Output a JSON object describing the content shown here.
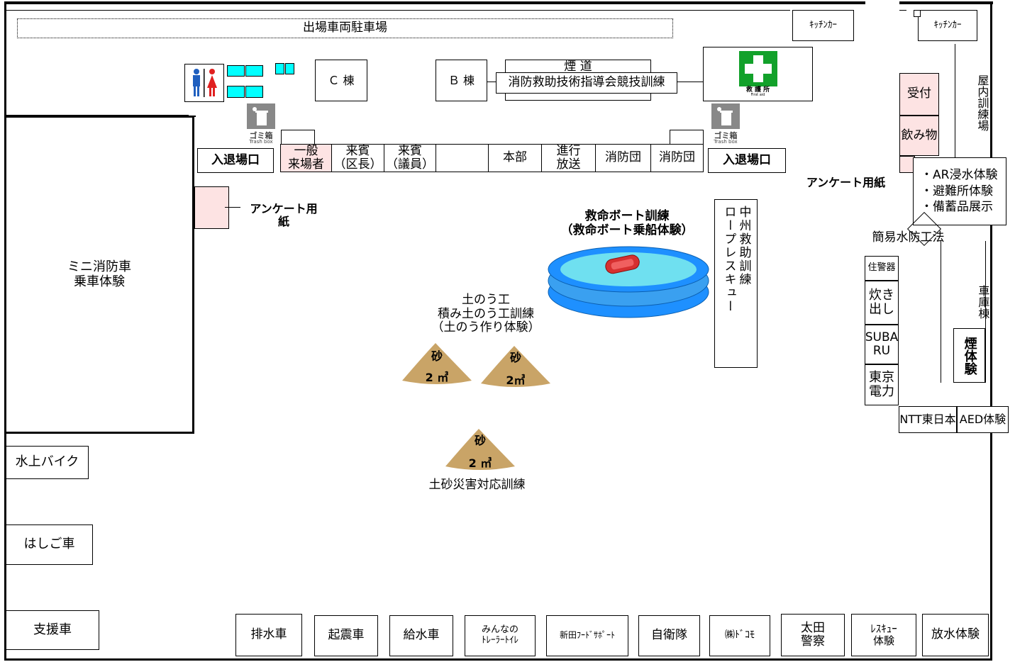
{
  "parking": "出場車両駐車場",
  "kitchen_car_1": "ｷｯﾁﾝｶｰ",
  "kitchen_car_2": "ｷｯﾁﾝｶｰ",
  "building_c": "Ｃ 棟",
  "building_b": "Ｂ 棟",
  "smoke_road": "煙 道",
  "competition": "消防救助技術指導会競技訓練",
  "first_aid": "救 護 所",
  "first_aid_en": "First aid",
  "trash_1": "ゴミ箱",
  "trash_1_en": "Trash box",
  "trash_2": "ゴミ箱",
  "trash_2_en": "Trash box",
  "tent_row": [
    "入退場口",
    "一般\n来場者",
    "来賓\n（区長）",
    "来賓\n（議員）",
    "",
    "本部",
    "進行\n放送",
    "消防団",
    "消防団",
    "入退場口"
  ],
  "survey_left": "アンケート用\n紙",
  "survey_right": "アンケート用紙",
  "mini_fire_truck": "ミニ消防車\n乗車体験",
  "lifeboat_title": "救命ボート訓練\n（救命ボート乗船体験）",
  "rope_rescue": "ロープレスキュー",
  "nakasu_rescue": "中州救助訓練",
  "sandbag_title": "土のう工\n積み土のう工訓練\n（土のう作り体験）",
  "sand_piles": [
    {
      "label": "砂",
      "amount": "2 ㎥"
    },
    {
      "label": "砂",
      "amount": "2㎥"
    },
    {
      "label": "砂",
      "amount": "2 ㎥"
    }
  ],
  "landslide": "土砂災害対応訓練",
  "water_bike": "水上バイク",
  "ladder_truck": "はしご車",
  "support_vehicle": "支援車",
  "bottom_row": [
    "排水車",
    "起震車",
    "給水車",
    "みんなの\nﾄﾚｰﾗｰﾄｲﾚ",
    "新田ﾌｰﾄﾞｻﾎﾟｰﾄ",
    "自衛隊",
    "㈱ﾄﾞｺﾓ",
    "太田\n警察",
    "ﾚｽｷｭｰ\n体験",
    "放水体験"
  ],
  "reception": "受付",
  "drinks": "飲み物",
  "indoor_training": "屋内訓練場",
  "ar_list": "・AR浸水体験\n・避難所体験\n・備蓄品展示",
  "simple_flood": "簡易水防工法",
  "residential_alarm": "住警器",
  "cooking": "炊き\n出し",
  "subaru": "SUBA\nRU",
  "tepco": "東京\n電力",
  "ntt": "NTT東日本",
  "aed": "AED体験",
  "garage": "車庫棟",
  "smoke_experience": "煙体験"
}
